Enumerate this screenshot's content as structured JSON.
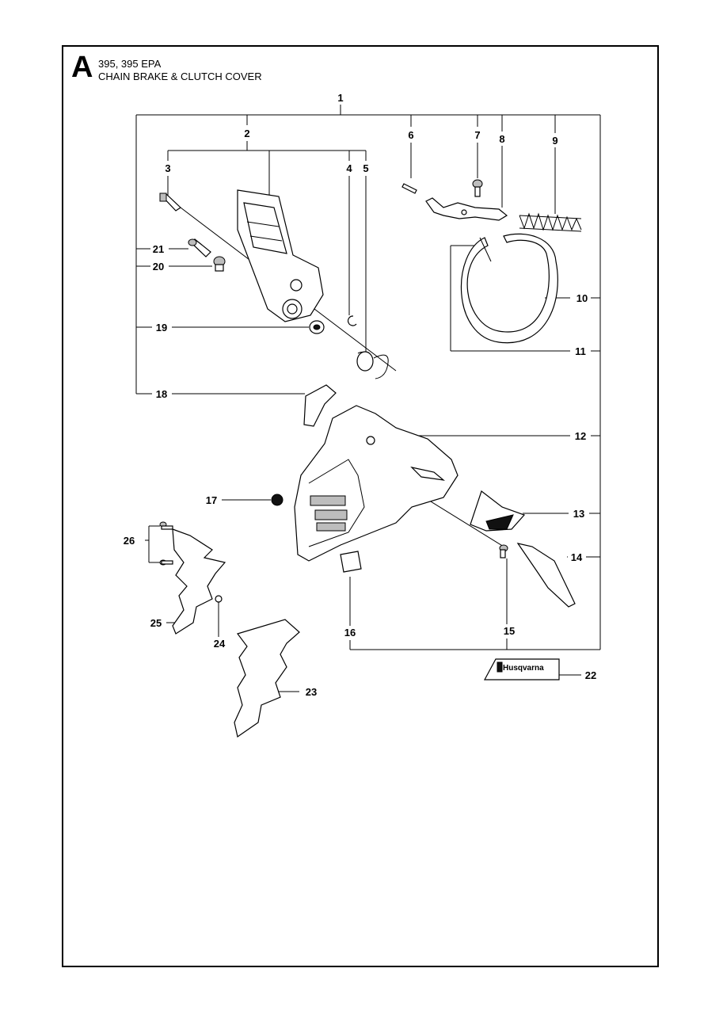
{
  "header": {
    "letter": "A",
    "models": "395, 395 EPA",
    "title": "CHAIN BRAKE & CLUTCH COVER"
  },
  "decal": {
    "brand": "Husqvarna"
  },
  "callouts": [
    "1",
    "2",
    "3",
    "4",
    "5",
    "6",
    "7",
    "8",
    "9",
    "10",
    "11",
    "12",
    "13",
    "14",
    "15",
    "16",
    "17",
    "18",
    "19",
    "20",
    "21",
    "22",
    "23",
    "24",
    "25",
    "26"
  ]
}
